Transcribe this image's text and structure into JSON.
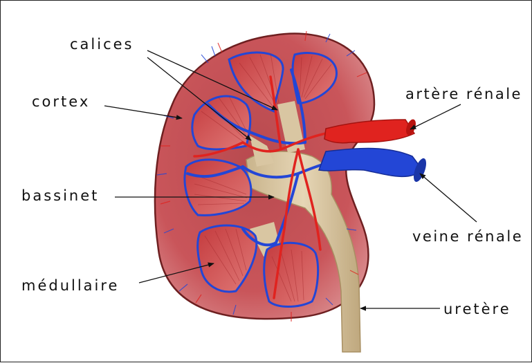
{
  "labels": {
    "calices": "calices",
    "cortex": "cortex",
    "bassinet": "bassinet",
    "medullaire": "médullaire",
    "artere_renale": "artère rénale",
    "veine_renale": "veine rénale",
    "uretere": "uretère"
  },
  "colors": {
    "cortex_fill": "#c9555a",
    "cortex_outline": "#6e1f20",
    "pyramid_fill": "#d44a4c",
    "artery": "#e0231f",
    "vein": "#2346d6",
    "pelvis": "#d9c6a2",
    "leader_line": "#111111"
  }
}
